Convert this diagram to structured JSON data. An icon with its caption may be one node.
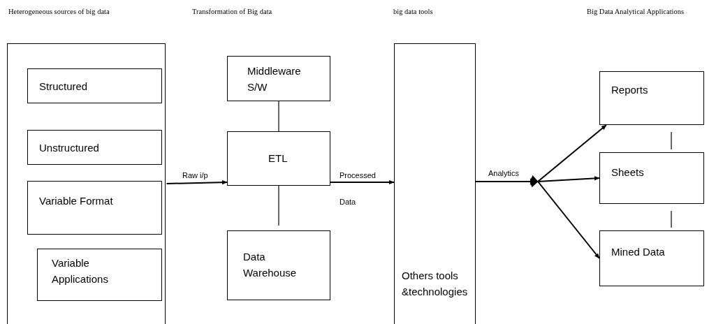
{
  "diagram": {
    "nodes": [
      {
        "text": [],
        "shape": "box"
      },
      {
        "text": [
          "Structured"
        ],
        "in": 0
      },
      {
        "text": [
          "Unstructured"
        ],
        "in": 0
      },
      {
        "text": [
          "Variable Format"
        ],
        "in": 0
      },
      {
        "text": [
          "Variable Applications"
        ],
        "in": 0
      },
      {
        "text": [
          "Middleware S/W"
        ]
      },
      {
        "text": [
          "ETL"
        ]
      },
      {
        "text": [
          "Data Warehouse"
        ]
      },
      {
        "text": [
          "Others tools &technologies"
        ]
      },
      {
        "text": [
          "Reports"
        ]
      },
      {
        "text": [
          "Sheets"
        ]
      },
      {
        "text": [
          "Mined Data"
        ]
      }
    ],
    "edges": [
      {
        "from": 0,
        "to": 6,
        "arrow": "to",
        "label": "Raw i/p"
      },
      {
        "from": 5,
        "to": 6,
        "arrow": "none"
      },
      {
        "from": 6,
        "to": 7,
        "arrow": "none"
      },
      {
        "from": 6,
        "to": 8,
        "arrow": "to",
        "label": "Processed Data"
      },
      {
        "from": 8,
        "to": 9,
        "arrow": "to"
      },
      {
        "from": 8,
        "to": 10,
        "arrow": "to",
        "label": "Analytics"
      },
      {
        "from": 8,
        "to": 11,
        "arrow": "to"
      },
      {
        "from": 9,
        "to": 10,
        "arrow": "none"
      },
      {
        "from": 10,
        "to": 11,
        "arrow": "none"
      }
    ],
    "labels": [
      "Heterogeneous sources of big data",
      "Transformation of Big data",
      "big data tools",
      "Big Data Analytical Applications"
    ]
  }
}
